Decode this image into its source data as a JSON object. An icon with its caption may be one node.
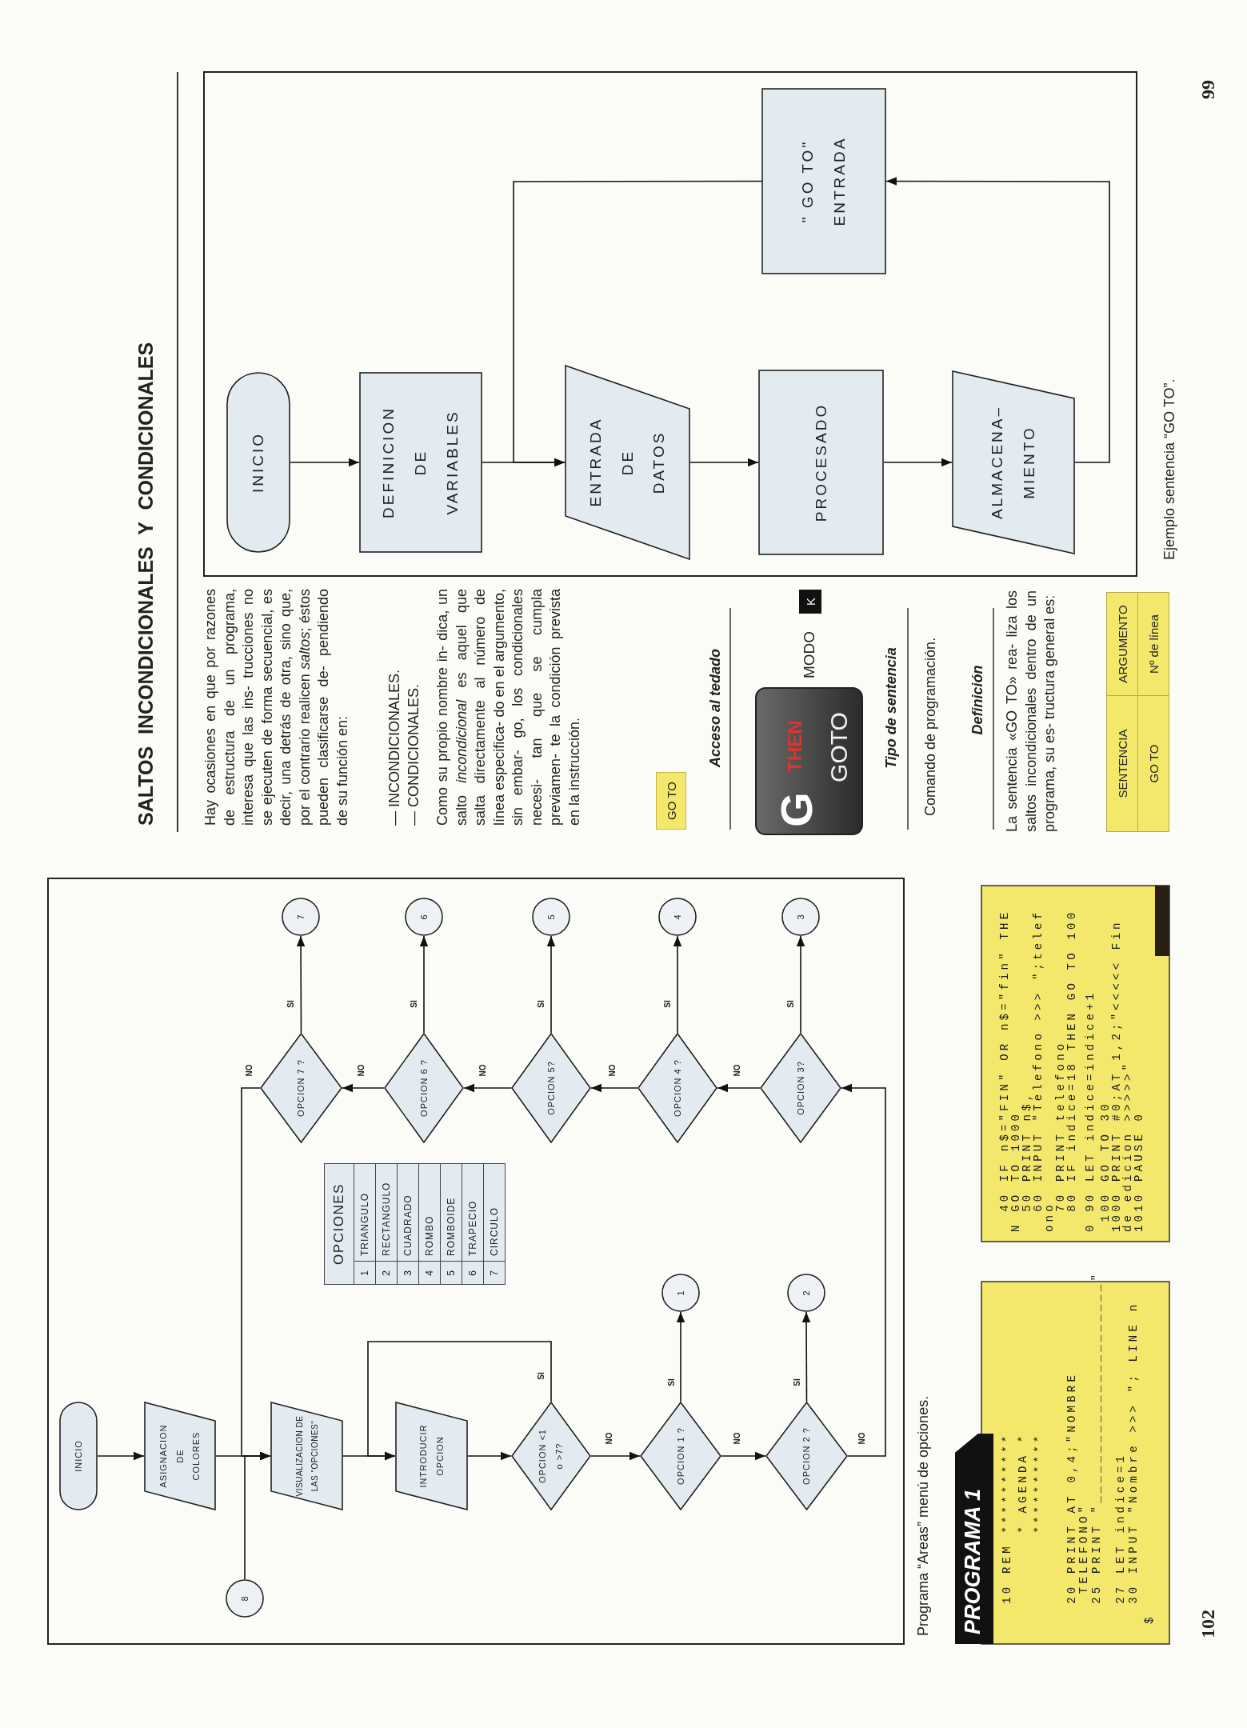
{
  "diagram": {
    "title": "SALTOS INCONDICIONALES Y CONDICIONALES",
    "nodes": [
      {
        "text": [
          "INICIO"
        ]
      },
      {
        "text": [
          "ASIGNACION DE COLORES"
        ]
      },
      {
        "text": [
          "VISUALIZACION DE LAS \"OPCIONES\""
        ]
      },
      {
        "text": [
          "INTRODUCIR OPCION"
        ]
      },
      {
        "text": [
          "OPCION <1 o >7?"
        ]
      },
      {
        "text": [
          "OPCION 1 ?"
        ]
      },
      {
        "text": [
          "OPCION 2 ?"
        ]
      },
      {
        "text": [
          "1"
        ]
      },
      {
        "text": [
          "2"
        ]
      },
      {
        "text": [
          "OPCION 3?"
        ]
      },
      {
        "text": [
          "OPCION 4 ?"
        ]
      },
      {
        "text": [
          "OPCION 5?"
        ]
      },
      {
        "text": [
          "OPCION 6 ?"
        ]
      },
      {
        "text": [
          "OPCION 7 ?"
        ]
      },
      {
        "text": [
          "3"
        ]
      },
      {
        "text": [
          "4"
        ]
      },
      {
        "text": [
          "5"
        ]
      },
      {
        "text": [
          "6"
        ]
      },
      {
        "text": [
          "7"
        ]
      },
      {
        "text": [
          "8"
        ]
      },
      {
        "text": [
          "INICIO"
        ]
      },
      {
        "text": [
          "DEFINICION DE VARIABLES"
        ]
      },
      {
        "text": [
          "ENTRADA DE DATOS"
        ]
      },
      {
        "text": [
          "PROCESADO"
        ]
      },
      {
        "text": [
          "ALMACENA– MIENTO"
        ]
      },
      {
        "text": [
          "\" GO TO\" ENTRADA"
        ]
      }
    ],
    "edges": [
      {
        "from": 0,
        "to": 1,
        "arrow": "to"
      },
      {
        "from": 1,
        "to": 2,
        "arrow": "to"
      },
      {
        "from": 2,
        "to": 3,
        "arrow": "to"
      },
      {
        "from": 3,
        "to": 4,
        "arrow": "to"
      },
      {
        "from": 4,
        "to": 3,
        "arrow": "to",
        "label": "SI"
      },
      {
        "from": 4,
        "to": 5,
        "arrow": "to",
        "label": "NO"
      },
      {
        "from": 5,
        "to": 7,
        "arrow": "to",
        "label": "SI"
      },
      {
        "from": 5,
        "to": 6,
        "arrow": "to",
        "label": "NO"
      },
      {
        "from": 6,
        "to": 8,
        "arrow": "to",
        "label": "SI"
      },
      {
        "from": 6,
        "to": 9,
        "arrow": "to",
        "label": "NO"
      },
      {
        "from": 9,
        "to": 14,
        "arrow": "to",
        "label": "SI"
      },
      {
        "from": 9,
        "to": 10,
        "arrow": "to",
        "label": "NO"
      },
      {
        "from": 10,
        "to": 15,
        "arrow": "to",
        "label": "SI"
      },
      {
        "from": 10,
        "to": 11,
        "arrow": "to",
        "label": "NO"
      },
      {
        "from": 11,
        "to": 16,
        "arrow": "to",
        "label": "SI"
      },
      {
        "from": 11,
        "to": 12,
        "arrow": "to",
        "label": "NO"
      },
      {
        "from": 12,
        "to": 17,
        "arrow": "to",
        "label": "SI"
      },
      {
        "from": 12,
        "to": 13,
        "arrow": "to",
        "label": "NO"
      },
      {
        "from": 13,
        "to": 18,
        "arrow": "to",
        "label": "SI"
      },
      {
        "from": 13,
        "to": 2,
        "arrow": "to",
        "label": "NO"
      },
      {
        "from": 19,
        "to": 2,
        "arrow": "to"
      },
      {
        "from": 20,
        "to": 21,
        "arrow": "to"
      },
      {
        "from": 21,
        "to": 22,
        "arrow": "to"
      },
      {
        "from": 22,
        "to": 23,
        "arrow": "to"
      },
      {
        "from": 23,
        "to": 24,
        "arrow": "to"
      },
      {
        "from": 24,
        "to": 25,
        "arrow": "to"
      },
      {
        "from": 25,
        "to": 22,
        "arrow": "to"
      }
    ],
    "labels": [
      "OPCIONES",
      "1",
      "TRIANGULO",
      "2",
      "RECTANGULO",
      "3",
      "CUADRADO",
      "4",
      "ROMBO",
      "5",
      "ROMBOIDE",
      "6",
      "TRAPECIO",
      "7",
      "CIRCULO",
      "Programa “Areas” menú de opciones.",
      "PROGRAMA 1",
      "10 REM **********",
      "* AGENDA *",
      "**********",
      "20 PRINT AT 0,4;\"NOMBRE",
      "TELEFONO\"",
      "25 PRINT \"______________________\"",
      "27 LET indice=1",
      "30 INPUT \"Nombre >>> \"; LINE n",
      "$",
      "40 IF n$=\"FIN\" OR n$=\"fin\" THE",
      "N GO TO 1000",
      "50 PRINT n$,",
      "60 INPUT \"Telefono >>> \";telef",
      "ono",
      "70 PRINT telefono",
      "80 IF indice=18 THEN GO TO 100",
      "0",
      "90 LET indice=indice+1",
      "100 GO TO 30",
      "1000 PRINT #0;AT 1,2;\"<<<<< Fin",
      "de edicion >>>>>\"",
      "1010 PAUSE 0",
      "102",
      "Hay ocasiones en que por razones de estructura de un programa, interesa que las ins- trucciones no se ejecuten de forma secuencial, es decir, una detrás de otra, sino que, por el contrario realicen *saltos*; éstos pueden clasificarse de- pendiendo de su función en:",
      "— INCONDICIONALES.",
      "— CONDICIONALES.",
      "Como su propio nombre in- dica, un salto *incondicional* es aquel que salta directamente al número de línea especifica- do en el argumento, sin embar- go, los condicionales necesi- tan que se cumpla previamen- te la condición prevista en la instrucción.",
      "GO TO",
      "Acceso al tedado",
      "G",
      "THEN",
      "GOTO",
      "MODO",
      "K",
      "Tipo de sentencia",
      "Comando de programación.",
      "Definición",
      "La sentencia «GO TO» rea- liza los saltos incondicionales dentro de un programa, su es- tructura general es:",
      "SENTENCIA",
      "ARGUMENTO",
      "GO TO",
      "Nº de línea",
      "Ejemplo sentencia “GO TO”.",
      "99"
    ]
  }
}
